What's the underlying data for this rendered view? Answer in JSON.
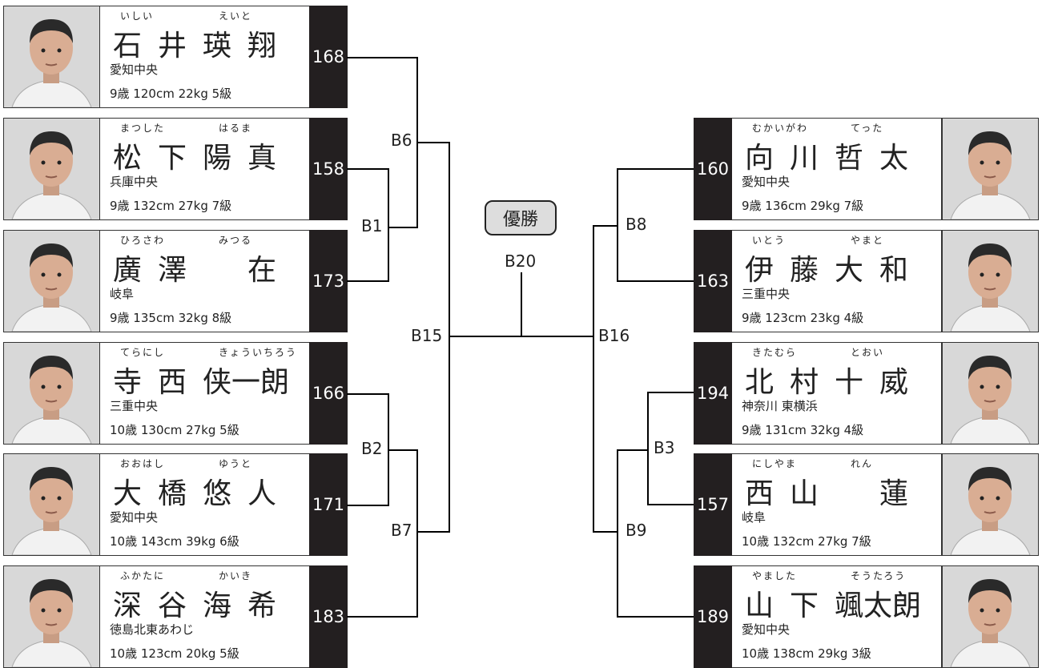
{
  "left_players": [
    {
      "ruby_family": "いしい",
      "ruby_given": "えいと",
      "name_chars": [
        "石",
        "井",
        "瑛",
        "翔"
      ],
      "club": "愛知中央",
      "stats": "9歳 120cm 22kg 5級",
      "number": "168"
    },
    {
      "ruby_family": "まつした",
      "ruby_given": "はるま",
      "name_chars": [
        "松",
        "下",
        "陽",
        "真"
      ],
      "club": "兵庫中央",
      "stats": "9歳 132cm 27kg 7級",
      "number": "158"
    },
    {
      "ruby_family": "ひろさわ",
      "ruby_given": "みつる",
      "name_chars": [
        "廣",
        "澤",
        "",
        "在"
      ],
      "club": "岐阜",
      "stats": "9歳 135cm 32kg 8級",
      "number": "173"
    },
    {
      "ruby_family": "てらにし",
      "ruby_given": "きょういちろう",
      "name_chars": [
        "寺",
        "西",
        "侠一朗",
        ""
      ],
      "club": "三重中央",
      "stats": "10歳 130cm 27kg 5級",
      "number": "166"
    },
    {
      "ruby_family": "おおはし",
      "ruby_given": "ゆうと",
      "name_chars": [
        "大",
        "橋",
        "悠",
        "人"
      ],
      "club": "愛知中央",
      "stats": "10歳 143cm 39kg 6級",
      "number": "171"
    },
    {
      "ruby_family": "ふかたに",
      "ruby_given": "かいき",
      "name_chars": [
        "深",
        "谷",
        "海",
        "希"
      ],
      "club": "徳島北東あわじ",
      "stats": "10歳 123cm 20kg 5級",
      "number": "183"
    }
  ],
  "right_players": [
    {
      "ruby_family": "むかいがわ",
      "ruby_given": "てった",
      "name_chars": [
        "向",
        "川",
        "哲",
        "太"
      ],
      "club": "愛知中央",
      "stats": "9歳 136cm 29kg 7級",
      "number": "160"
    },
    {
      "ruby_family": "いとう",
      "ruby_given": "やまと",
      "name_chars": [
        "伊",
        "藤",
        "大",
        "和"
      ],
      "club": "三重中央",
      "stats": "9歳 123cm 23kg 4級",
      "number": "163"
    },
    {
      "ruby_family": "きたむら",
      "ruby_given": "とおい",
      "name_chars": [
        "北",
        "村",
        "十",
        "威"
      ],
      "club": "神奈川 東横浜",
      "stats": "9歳 131cm 32kg 4級",
      "number": "194"
    },
    {
      "ruby_family": "にしやま",
      "ruby_given": "れん",
      "name_chars": [
        "西",
        "山",
        "",
        "蓮"
      ],
      "club": "岐阜",
      "stats": "10歳 132cm 27kg 7級",
      "number": "157"
    },
    {
      "ruby_family": "やました",
      "ruby_given": "そうたろう",
      "name_chars": [
        "山",
        "下",
        "颯太朗",
        ""
      ],
      "club": "愛知中央",
      "stats": "10歳 138cm 29kg 3級",
      "number": "189"
    }
  ],
  "bouts": {
    "b1": "B1",
    "b2": "B2",
    "b3": "B3",
    "b6": "B6",
    "b7": "B7",
    "b8": "B8",
    "b9": "B9",
    "b15": "B15",
    "b16": "B16",
    "b20": "B20"
  },
  "winner_label": "優勝",
  "colors": {
    "number_box": "#231f20",
    "winner_box": "#dddddd",
    "line": "#000000"
  }
}
